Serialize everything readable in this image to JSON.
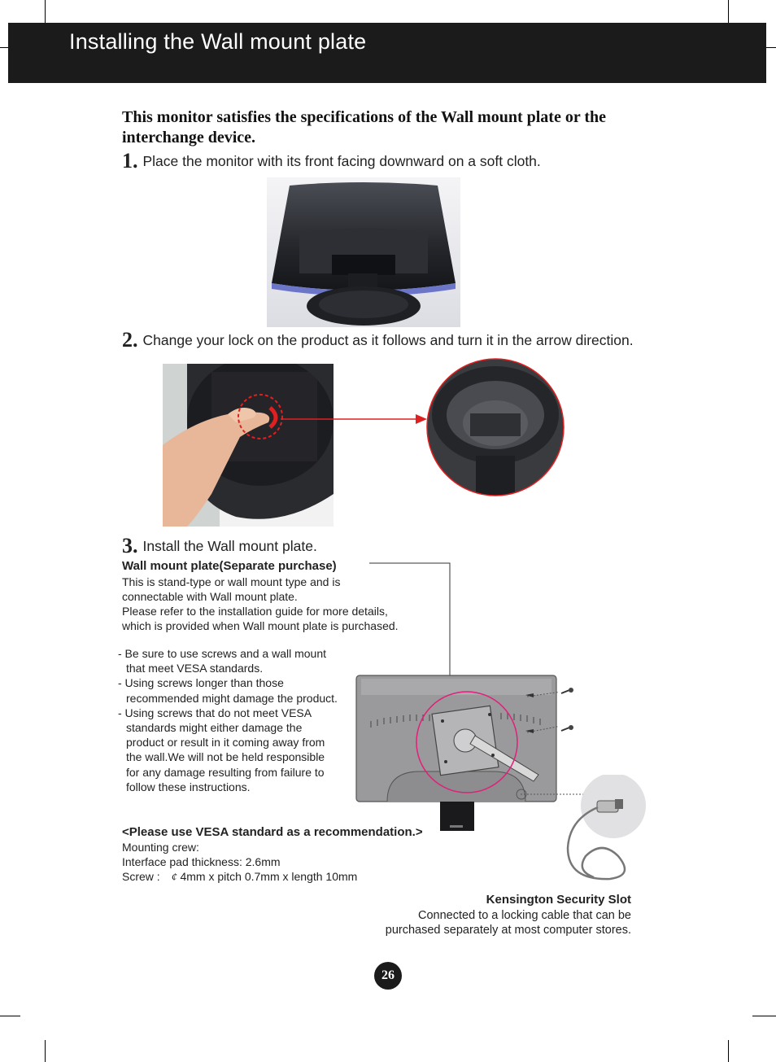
{
  "header": {
    "title": "Installing the Wall mount plate"
  },
  "intro": "This monitor satisfies the specifications of the  Wall mount plate or the interchange device.",
  "steps": [
    {
      "number": "1.",
      "text": "Place the monitor with its front facing downward on a soft cloth."
    },
    {
      "number": "2.",
      "text": "Change your lock on the product as it follows and turn it in the arrow direction."
    },
    {
      "number": "3.",
      "text": "Install the Wall mount plate."
    }
  ],
  "wall_mount": {
    "heading": "Wall mount plate(Separate purchase)",
    "lines": [
      "This is stand-type or wall mount type and is",
      "connectable with Wall mount plate.",
      "Please refer to the installation guide for more details,",
      "which is provided when Wall mount plate is purchased."
    ],
    "bullets": [
      "- Be sure to use screws and a wall mount that meet VESA standards.",
      "- Using screws longer than those recommended might damage the product.",
      "- Using screws that do not meet VESA standards might either damage the product or result in it coming away from the wall.We will not be held responsible for any damage resulting from failure to follow these instructions."
    ]
  },
  "vesa": {
    "heading": "<Please use VESA standard as a recommendation.>",
    "mounting": "Mounting crew:",
    "pad": "Interface pad thickness: 2.6mm",
    "screw_label": "Screw :",
    "screw_symbol": "¢",
    "screw_spec": "4mm x pitch 0.7mm x length 10mm"
  },
  "kensington": {
    "title": "Kensington Security Slot",
    "line1": "Connected to a locking cable that can be",
    "line2": "purchased separately at most computer stores."
  },
  "page_number": "26"
}
